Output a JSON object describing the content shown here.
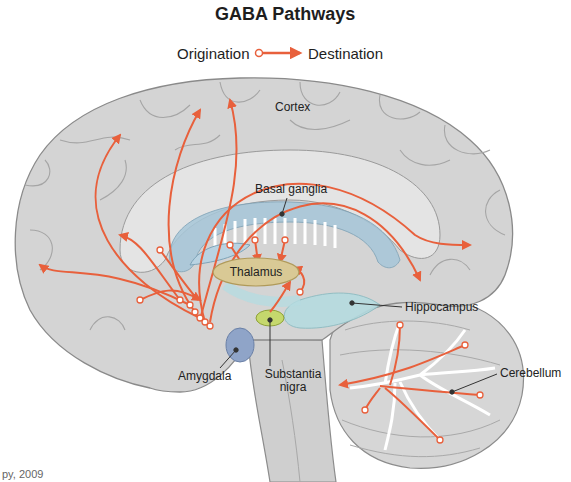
{
  "diagram": {
    "title": "GABA Pathways",
    "nodes": [
      {
        "text": [
          "Thalamus"
        ]
      }
    ],
    "labels": [
      "Cortex",
      "Basal ganglia",
      "Hippocampus",
      "Amygdala",
      "Substantia nigra",
      "Cerebellum",
      "py, 2009"
    ],
    "legend": [
      {
        "text": "Origination"
      },
      {
        "text": "Destination"
      }
    ]
  }
}
